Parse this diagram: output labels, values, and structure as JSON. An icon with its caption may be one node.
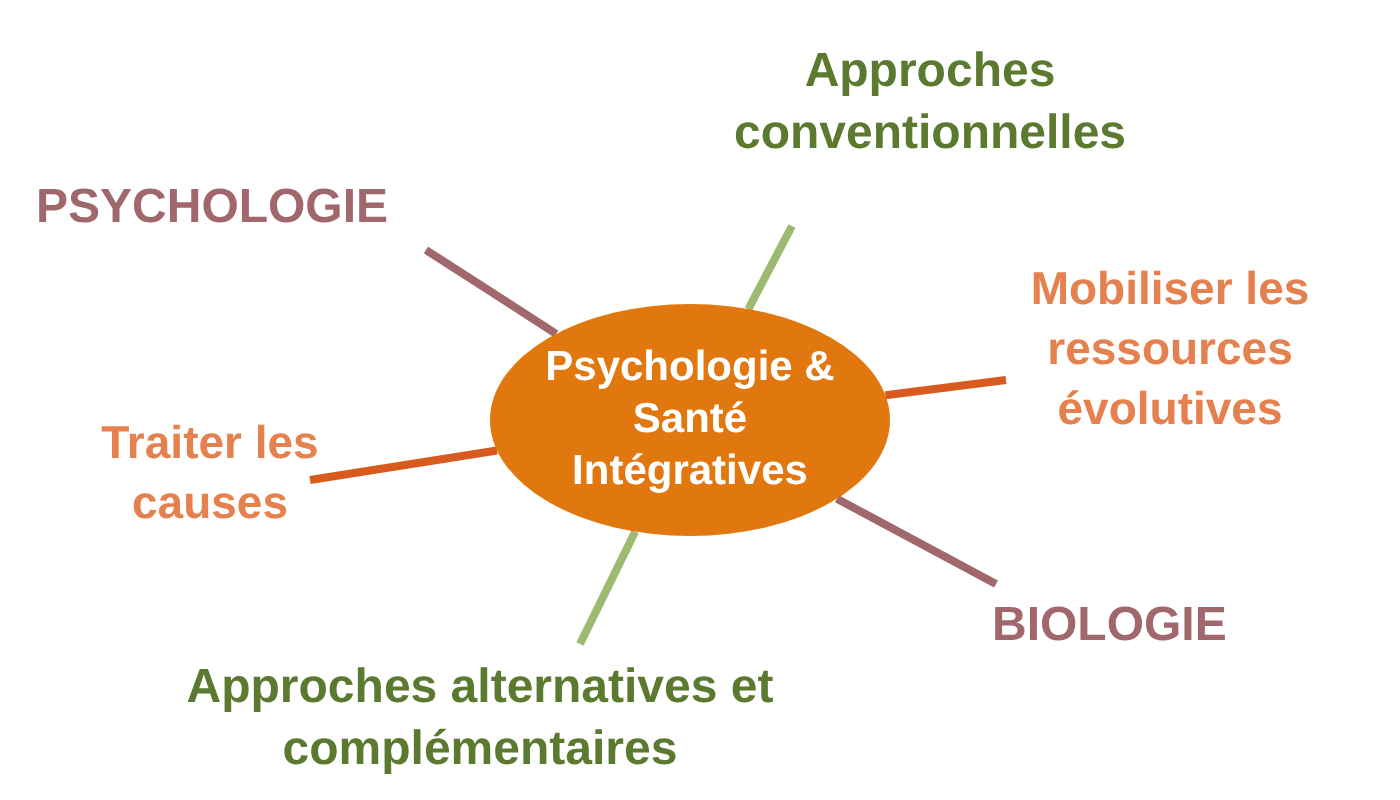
{
  "diagram": {
    "nodes": [
      {
        "text": [
          "Psychologie & Santé Intégratives"
        ]
      },
      {
        "text": [
          "PSYCHOLOGIE"
        ]
      },
      {
        "text": [
          "Approches conventionnelles"
        ]
      },
      {
        "text": [
          "Mobiliser les ressources évolutives"
        ]
      },
      {
        "text": [
          "Traiter les causes"
        ]
      },
      {
        "text": [
          "BIOLOGIE"
        ]
      },
      {
        "text": [
          "Approches alternatives et complémentaires"
        ]
      }
    ],
    "edges": [
      {
        "from": 0,
        "to": 1,
        "arrow": "none",
        "color": "#a0676c"
      },
      {
        "from": 0,
        "to": 2,
        "arrow": "none",
        "color": "#9dba72"
      },
      {
        "from": 0,
        "to": 3,
        "arrow": "none",
        "color": "#d85a1e"
      },
      {
        "from": 0,
        "to": 4,
        "arrow": "none",
        "color": "#d85a1e"
      },
      {
        "from": 0,
        "to": 5,
        "arrow": "none",
        "color": "#a0676c"
      },
      {
        "from": 0,
        "to": 6,
        "arrow": "none",
        "color": "#9dba72"
      }
    ]
  }
}
